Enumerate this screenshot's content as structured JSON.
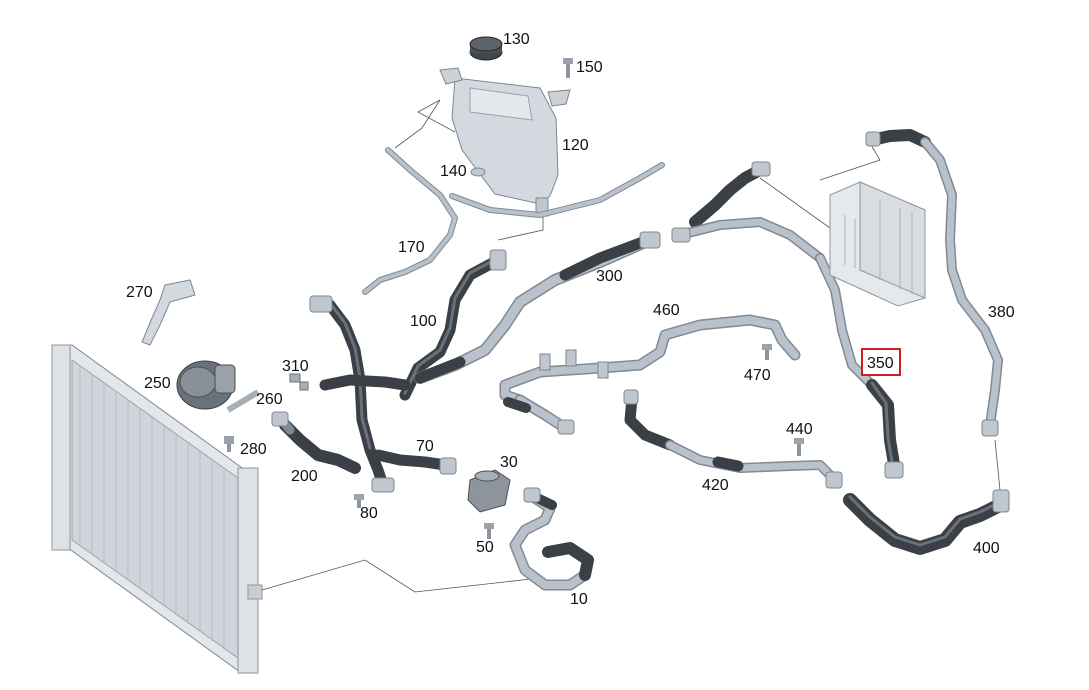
{
  "labels": {
    "p10": "10",
    "p30": "30",
    "p50": "50",
    "p70": "70",
    "p80": "80",
    "p100": "100",
    "p120": "120",
    "p130": "130",
    "p140": "140",
    "p150": "150",
    "p170": "170",
    "p200": "200",
    "p250": "250",
    "p260": "260",
    "p270": "270",
    "p280": "280",
    "p300": "300",
    "p310": "310",
    "p350": "350",
    "p380": "380",
    "p400": "400",
    "p420": "420",
    "p440": "440",
    "p460": "460",
    "p470": "470"
  },
  "highlight": {
    "label": "350",
    "color": "#cc1f1f"
  }
}
